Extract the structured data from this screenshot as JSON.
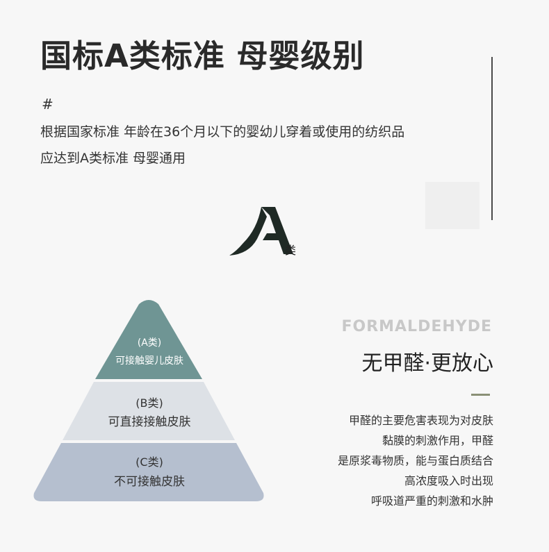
{
  "header": {
    "title": "国标A类标准 母婴级别",
    "hash": "#",
    "intro_line1": "根据国家标准 年龄在36个月以下的婴幼儿穿着或使用的纺织品",
    "intro_line2": "应达到A类标准 母婴通用"
  },
  "logo": {
    "letter": "A",
    "class_label": "类"
  },
  "pyramid": {
    "tiers": [
      {
        "label": "(A类)",
        "desc": "可接触婴儿皮肤",
        "color": "#6f9594"
      },
      {
        "label": "(B类)",
        "desc": "可直接接触皮肤",
        "color": "#dde1e6"
      },
      {
        "label": "(C类)",
        "desc": "不可接触皮肤",
        "color": "#b5bfcf"
      }
    ]
  },
  "formaldehyde": {
    "heading_en": "FORMALDEHYDE",
    "slogan": "无甲醛·更放心",
    "accent_color": "#8a9076",
    "lines": [
      "甲醛的主要危害表现为对皮肤",
      "黏膜的刺激作用，甲醛",
      "是原浆毒物质，能与蛋白质结合",
      "高浓度吸入时出现",
      "呼吸道严重的刺激和水肿"
    ]
  }
}
